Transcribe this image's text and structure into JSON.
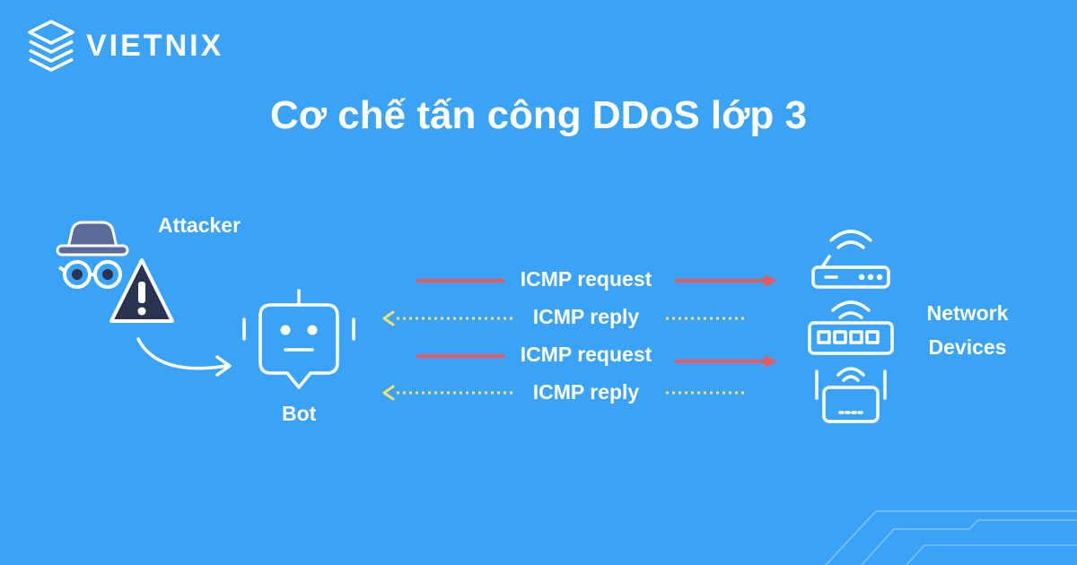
{
  "brand": {
    "name": "VIETNIX",
    "logo_icon": "stacked-layers-icon"
  },
  "title": "Cơ chế tấn công DDoS lớp 3",
  "actors": {
    "attacker": {
      "label": "Attacker",
      "icon": "hacker-icon",
      "badge_icon": "warning-icon"
    },
    "bot": {
      "label": "Bot",
      "icon": "robot-icon"
    },
    "network": {
      "label_line1": "Network",
      "label_line2": "Devices",
      "icons": [
        "wifi-router-icon",
        "network-switch-icon",
        "wireless-access-point-icon"
      ]
    }
  },
  "messages": [
    {
      "label": "ICMP request",
      "direction": "bot-to-devices",
      "color": "#e8585e"
    },
    {
      "label": "ICMP reply",
      "direction": "devices-to-bot",
      "color": "#f5e06a"
    },
    {
      "label": "ICMP request",
      "direction": "bot-to-devices",
      "color": "#e8585e"
    },
    {
      "label": "ICMP reply",
      "direction": "devices-to-bot",
      "color": "#f5e06a"
    }
  ],
  "colors": {
    "background": "#3aa3f8",
    "request_arrow": "#e8585e",
    "reply_arrow": "#f5e06a",
    "foreground": "#ffffff"
  }
}
